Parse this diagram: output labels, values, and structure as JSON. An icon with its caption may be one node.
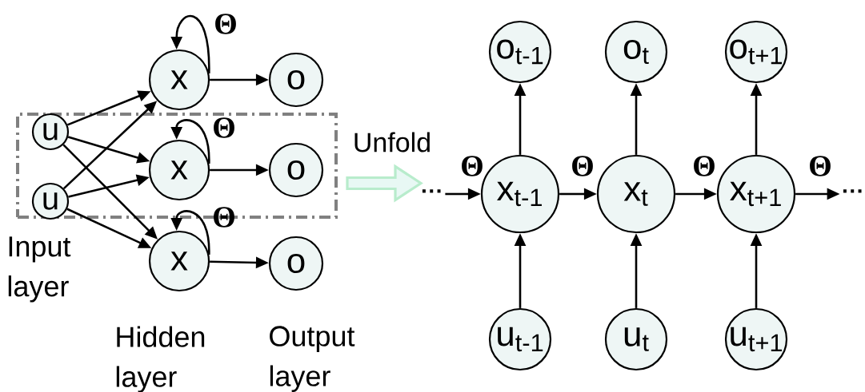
{
  "diagram": {
    "nodes": [
      {
        "text": [],
        "shape": "box"
      },
      {
        "text": [
          "x"
        ]
      },
      {
        "text": [
          "o"
        ]
      },
      {
        "text": [
          "u"
        ],
        "in": 0
      },
      {
        "text": [
          "x"
        ],
        "in": 0
      },
      {
        "text": [
          "o"
        ],
        "in": 0
      },
      {
        "text": [
          "u"
        ],
        "in": 0
      },
      {
        "text": [
          "x"
        ]
      },
      {
        "text": [
          "o"
        ]
      },
      {
        "text": [
          "o$_{t-1}$"
        ]
      },
      {
        "text": [
          "o$_{t}$"
        ]
      },
      {
        "text": [
          "o$_{t+1}$"
        ]
      },
      {
        "text": [
          "···"
        ]
      },
      {
        "text": [
          "x$_{t-1}$"
        ]
      },
      {
        "text": [
          "x$_{t}$"
        ]
      },
      {
        "text": [
          "x$_{t+1}$"
        ]
      },
      {
        "text": [
          "···"
        ]
      },
      {
        "text": [
          "u$_{t-1}$"
        ]
      },
      {
        "text": [
          "u$_{t}$"
        ]
      },
      {
        "text": [
          "u$_{t+1}$"
        ]
      }
    ],
    "edges": [
      {
        "from": 3,
        "to": 1,
        "arrow": "to"
      },
      {
        "from": 3,
        "to": 4,
        "arrow": "to"
      },
      {
        "from": 3,
        "to": 7,
        "arrow": "to"
      },
      {
        "from": 6,
        "to": 1,
        "arrow": "to"
      },
      {
        "from": 6,
        "to": 4,
        "arrow": "to"
      },
      {
        "from": 6,
        "to": 7,
        "arrow": "to"
      },
      {
        "from": 1,
        "to": 2,
        "arrow": "to"
      },
      {
        "from": 4,
        "to": 5,
        "arrow": "to"
      },
      {
        "from": 7,
        "to": 8,
        "arrow": "to"
      },
      {
        "from": 1,
        "to": 1,
        "arrow": "to",
        "label": "Θ"
      },
      {
        "from": 4,
        "to": 4,
        "arrow": "to",
        "label": "Θ"
      },
      {
        "from": 7,
        "to": 7,
        "arrow": "to",
        "label": "Θ"
      },
      {
        "from": 0,
        "to": null,
        "arrow": "to",
        "label": "Unfold",
        "style": "thick",
        "color": "#b8eccc"
      },
      {
        "from": 13,
        "to": 9,
        "arrow": "to"
      },
      {
        "from": 14,
        "to": 10,
        "arrow": "to"
      },
      {
        "from": 15,
        "to": 11,
        "arrow": "to"
      },
      {
        "from": 17,
        "to": 13,
        "arrow": "to"
      },
      {
        "from": 18,
        "to": 14,
        "arrow": "to"
      },
      {
        "from": 19,
        "to": 15,
        "arrow": "to"
      },
      {
        "from": 12,
        "to": 13,
        "arrow": "to",
        "label": "Θ"
      },
      {
        "from": 13,
        "to": 14,
        "arrow": "to",
        "label": "Θ"
      },
      {
        "from": 14,
        "to": 15,
        "arrow": "to",
        "label": "Θ"
      },
      {
        "from": 15,
        "to": 16,
        "arrow": "to",
        "label": "Θ"
      }
    ],
    "labels": [
      "Input layer",
      "Hidden layer",
      "Output layer"
    ]
  }
}
